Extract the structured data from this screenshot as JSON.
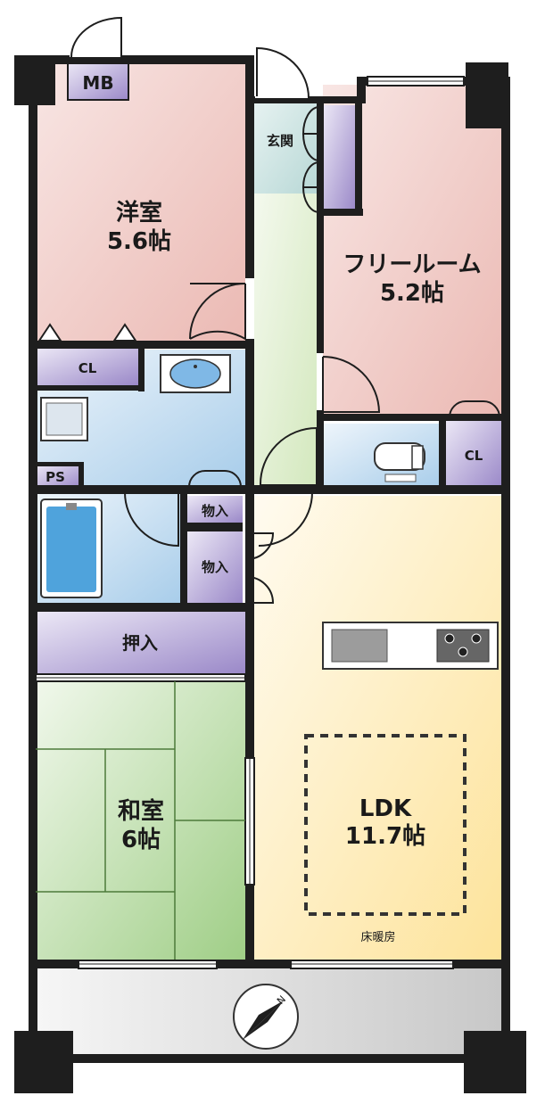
{
  "rooms": {
    "western": {
      "name": "洋室",
      "size": "5.6帖"
    },
    "free_room": {
      "name": "フリールーム",
      "size": "5.2帖"
    },
    "japanese": {
      "name": "和室",
      "size": "6帖"
    },
    "ldk": {
      "name": "LDK",
      "size": "11.7帖"
    }
  },
  "labels": {
    "mb": "MB",
    "entrance": "玄関",
    "cl_left": "CL",
    "cl_right": "CL",
    "ps": "PS",
    "storage_1": "物入",
    "storage_2": "物入",
    "oshiire": "押入",
    "floor_heating": "床暖房",
    "compass_north": "N"
  },
  "colors": {
    "western": "#f0c8c4",
    "free_room": "#f0c8c4",
    "japanese": "#b9dca6",
    "ldk": "#fde8a8",
    "water": "#bcd8ee",
    "closet": "#a99ad0",
    "corridor": "#dcecc8",
    "entrance": "#c8e2e0",
    "balcony": "#d8d8d8",
    "wall": "#1e1e1e"
  }
}
